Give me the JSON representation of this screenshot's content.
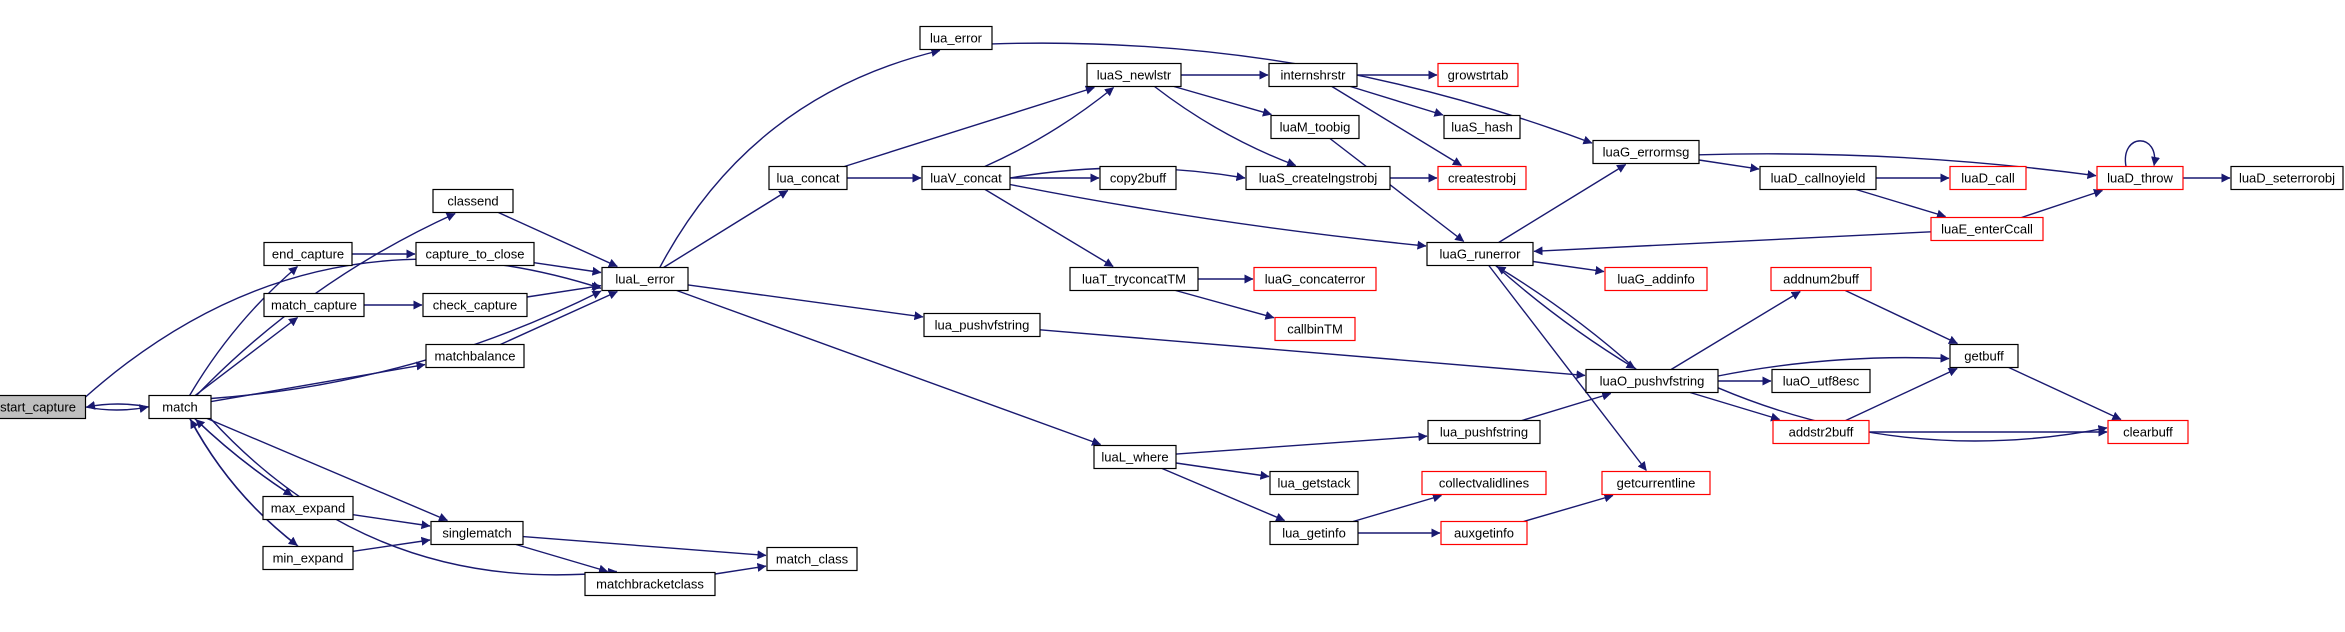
{
  "colors": {
    "edge": "#191970",
    "node_border": "#000000",
    "truncated_border": "#ff0000",
    "focus_fill": "#bfbfbf",
    "node_fill": "#ffffff"
  },
  "nodes": [
    {
      "id": "start_capture",
      "label": "start_capture",
      "style": "focus"
    },
    {
      "id": "match",
      "label": "match",
      "style": "normal"
    },
    {
      "id": "classend",
      "label": "classend",
      "style": "normal"
    },
    {
      "id": "end_capture",
      "label": "end_capture",
      "style": "normal"
    },
    {
      "id": "capture_to_close",
      "label": "capture_to_close",
      "style": "normal"
    },
    {
      "id": "match_capture",
      "label": "match_capture",
      "style": "normal"
    },
    {
      "id": "check_capture",
      "label": "check_capture",
      "style": "normal"
    },
    {
      "id": "matchbalance",
      "label": "matchbalance",
      "style": "normal"
    },
    {
      "id": "max_expand",
      "label": "max_expand",
      "style": "normal"
    },
    {
      "id": "min_expand",
      "label": "min_expand",
      "style": "normal"
    },
    {
      "id": "singlematch",
      "label": "singlematch",
      "style": "normal"
    },
    {
      "id": "matchbracketclass",
      "label": "matchbracketclass",
      "style": "normal"
    },
    {
      "id": "match_class",
      "label": "match_class",
      "style": "normal"
    },
    {
      "id": "luaL_error",
      "label": "luaL_error",
      "style": "normal"
    },
    {
      "id": "lua_error",
      "label": "lua_error",
      "style": "normal"
    },
    {
      "id": "lua_concat",
      "label": "lua_concat",
      "style": "normal"
    },
    {
      "id": "lua_pushvfstring",
      "label": "lua_pushvfstring",
      "style": "normal"
    },
    {
      "id": "luaL_where",
      "label": "luaL_where",
      "style": "normal"
    },
    {
      "id": "luaS_newlstr",
      "label": "luaS_newlstr",
      "style": "normal"
    },
    {
      "id": "luaV_concat",
      "label": "luaV_concat",
      "style": "normal"
    },
    {
      "id": "copy2buff",
      "label": "copy2buff",
      "style": "normal"
    },
    {
      "id": "luaT_tryconcatTM",
      "label": "luaT_tryconcatTM",
      "style": "normal"
    },
    {
      "id": "internshrstr",
      "label": "internshrstr",
      "style": "normal"
    },
    {
      "id": "luaM_toobig",
      "label": "luaM_toobig",
      "style": "normal"
    },
    {
      "id": "luaS_createlngstrobj",
      "label": "luaS_createlngstrobj",
      "style": "normal"
    },
    {
      "id": "luaG_concaterror",
      "label": "luaG_concaterror",
      "style": "truncated"
    },
    {
      "id": "callbinTM",
      "label": "callbinTM",
      "style": "truncated"
    },
    {
      "id": "growstrtab",
      "label": "growstrtab",
      "style": "truncated"
    },
    {
      "id": "luaS_hash",
      "label": "luaS_hash",
      "style": "normal"
    },
    {
      "id": "createstrobj",
      "label": "createstrobj",
      "style": "truncated"
    },
    {
      "id": "lua_pushfstring",
      "label": "lua_pushfstring",
      "style": "normal"
    },
    {
      "id": "lua_getstack",
      "label": "lua_getstack",
      "style": "normal"
    },
    {
      "id": "lua_getinfo",
      "label": "lua_getinfo",
      "style": "normal"
    },
    {
      "id": "collectvalidlines",
      "label": "collectvalidlines",
      "style": "truncated"
    },
    {
      "id": "auxgetinfo",
      "label": "auxgetinfo",
      "style": "truncated"
    },
    {
      "id": "luaG_errormsg",
      "label": "luaG_errormsg",
      "style": "normal"
    },
    {
      "id": "luaG_runerror",
      "label": "luaG_runerror",
      "style": "normal"
    },
    {
      "id": "luaG_addinfo",
      "label": "luaG_addinfo",
      "style": "truncated"
    },
    {
      "id": "getcurrentline",
      "label": "getcurrentline",
      "style": "truncated"
    },
    {
      "id": "luaO_pushvfstring",
      "label": "luaO_pushvfstring",
      "style": "normal"
    },
    {
      "id": "luaD_callnoyield",
      "label": "luaD_callnoyield",
      "style": "normal"
    },
    {
      "id": "luaD_call",
      "label": "luaD_call",
      "style": "truncated"
    },
    {
      "id": "luaE_enterCcall",
      "label": "luaE_enterCcall",
      "style": "truncated"
    },
    {
      "id": "luaD_throw",
      "label": "luaD_throw",
      "style": "truncated"
    },
    {
      "id": "luaD_seterrorobj",
      "label": "luaD_seterrorobj",
      "style": "normal"
    },
    {
      "id": "addnum2buff",
      "label": "addnum2buff",
      "style": "truncated"
    },
    {
      "id": "luaO_utf8esc",
      "label": "luaO_utf8esc",
      "style": "normal"
    },
    {
      "id": "addstr2buff",
      "label": "addstr2buff",
      "style": "truncated"
    },
    {
      "id": "getbuff",
      "label": "getbuff",
      "style": "normal"
    },
    {
      "id": "clearbuff",
      "label": "clearbuff",
      "style": "truncated"
    }
  ],
  "edges": [
    [
      "start_capture",
      "match"
    ],
    [
      "start_capture",
      "luaL_error"
    ],
    [
      "match",
      "start_capture"
    ],
    [
      "match",
      "classend"
    ],
    [
      "match",
      "end_capture"
    ],
    [
      "match",
      "match_capture"
    ],
    [
      "match",
      "matchbalance"
    ],
    [
      "match",
      "max_expand"
    ],
    [
      "match",
      "min_expand"
    ],
    [
      "match",
      "singlematch"
    ],
    [
      "match",
      "matchbracketclass"
    ],
    [
      "match",
      "luaL_error"
    ],
    [
      "max_expand",
      "match"
    ],
    [
      "min_expand",
      "match"
    ],
    [
      "classend",
      "luaL_error"
    ],
    [
      "end_capture",
      "capture_to_close"
    ],
    [
      "capture_to_close",
      "luaL_error"
    ],
    [
      "match_capture",
      "check_capture"
    ],
    [
      "check_capture",
      "luaL_error"
    ],
    [
      "matchbalance",
      "luaL_error"
    ],
    [
      "max_expand",
      "singlematch"
    ],
    [
      "min_expand",
      "singlematch"
    ],
    [
      "singlematch",
      "matchbracketclass"
    ],
    [
      "singlematch",
      "match_class"
    ],
    [
      "matchbracketclass",
      "match_class"
    ],
    [
      "luaL_error",
      "lua_error"
    ],
    [
      "luaL_error",
      "lua_concat"
    ],
    [
      "luaL_error",
      "lua_pushvfstring"
    ],
    [
      "luaL_error",
      "luaL_where"
    ],
    [
      "lua_error",
      "luaG_errormsg"
    ],
    [
      "lua_concat",
      "luaS_newlstr"
    ],
    [
      "lua_concat",
      "luaV_concat"
    ],
    [
      "luaV_concat",
      "luaS_newlstr"
    ],
    [
      "luaV_concat",
      "luaS_createlngstrobj"
    ],
    [
      "luaV_concat",
      "copy2buff"
    ],
    [
      "luaV_concat",
      "luaT_tryconcatTM"
    ],
    [
      "luaV_concat",
      "luaG_runerror"
    ],
    [
      "luaS_newlstr",
      "internshrstr"
    ],
    [
      "luaS_newlstr",
      "luaM_toobig"
    ],
    [
      "luaS_newlstr",
      "luaS_createlngstrobj"
    ],
    [
      "internshrstr",
      "growstrtab"
    ],
    [
      "internshrstr",
      "luaS_hash"
    ],
    [
      "internshrstr",
      "createstrobj"
    ],
    [
      "luaS_createlngstrobj",
      "createstrobj"
    ],
    [
      "luaM_toobig",
      "luaG_runerror"
    ],
    [
      "luaT_tryconcatTM",
      "luaG_concaterror"
    ],
    [
      "luaT_tryconcatTM",
      "callbinTM"
    ],
    [
      "lua_pushvfstring",
      "luaO_pushvfstring"
    ],
    [
      "luaL_where",
      "lua_pushfstring"
    ],
    [
      "luaL_where",
      "lua_getstack"
    ],
    [
      "luaL_where",
      "lua_getinfo"
    ],
    [
      "lua_pushfstring",
      "luaO_pushvfstring"
    ],
    [
      "lua_getinfo",
      "collectvalidlines"
    ],
    [
      "lua_getinfo",
      "auxgetinfo"
    ],
    [
      "auxgetinfo",
      "getcurrentline"
    ],
    [
      "luaG_runerror",
      "luaG_errormsg"
    ],
    [
      "luaG_runerror",
      "luaG_addinfo"
    ],
    [
      "luaG_runerror",
      "luaO_pushvfstring"
    ],
    [
      "luaG_runerror",
      "getcurrentline"
    ],
    [
      "luaO_pushvfstring",
      "luaG_runerror"
    ],
    [
      "luaO_pushvfstring",
      "addnum2buff"
    ],
    [
      "luaO_pushvfstring",
      "getbuff"
    ],
    [
      "luaO_pushvfstring",
      "luaO_utf8esc"
    ],
    [
      "luaO_pushvfstring",
      "addstr2buff"
    ],
    [
      "luaO_pushvfstring",
      "clearbuff"
    ],
    [
      "luaG_errormsg",
      "luaD_callnoyield"
    ],
    [
      "luaG_errormsg",
      "luaD_throw"
    ],
    [
      "luaD_callnoyield",
      "luaD_call"
    ],
    [
      "luaD_callnoyield",
      "luaE_enterCcall"
    ],
    [
      "luaE_enterCcall",
      "luaD_throw"
    ],
    [
      "luaE_enterCcall",
      "luaG_runerror"
    ],
    [
      "luaD_throw",
      "luaD_throw"
    ],
    [
      "luaD_throw",
      "luaD_seterrorobj"
    ],
    [
      "addnum2buff",
      "getbuff"
    ],
    [
      "addstr2buff",
      "getbuff"
    ],
    [
      "addstr2buff",
      "clearbuff"
    ],
    [
      "getbuff",
      "clearbuff"
    ]
  ]
}
